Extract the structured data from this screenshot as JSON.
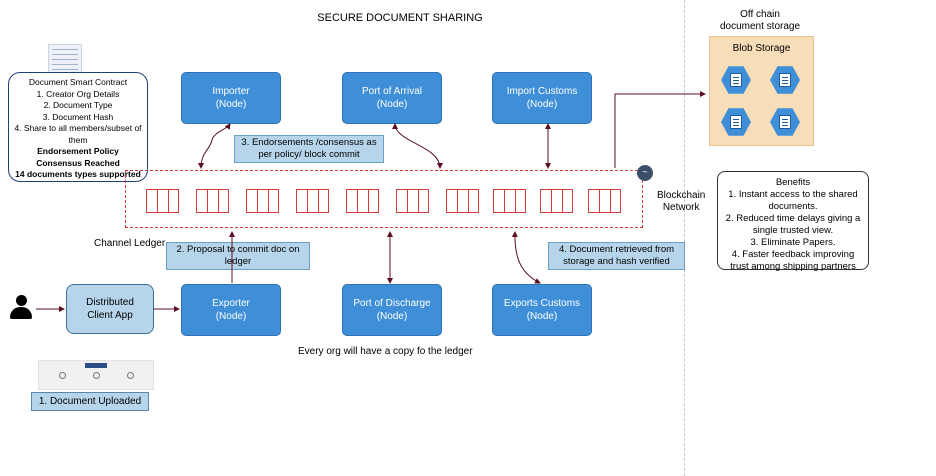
{
  "title": "SECURE DOCUMENT SHARING",
  "contract": {
    "title": "Document Smart Contract",
    "items": [
      "1. Creator Org Details",
      "2. Document Type",
      "3. Document Hash",
      "4. Share to all members/subset of",
      "them"
    ],
    "bold_lines": [
      "Endorsement Policy",
      "Consensus Reached",
      "14 documents types supported"
    ]
  },
  "nodes": {
    "importer": {
      "name": "Importer",
      "sub": "(Node)"
    },
    "port_arrival": {
      "name": "Port of Arrival",
      "sub": "(Node)"
    },
    "import_customs": {
      "name": "Import Customs",
      "sub": "(Node)"
    },
    "exporter": {
      "name": "Exporter",
      "sub": "(Node)"
    },
    "port_discharge": {
      "name": "Port of Discharge",
      "sub": "(Node)"
    },
    "export_customs": {
      "name": "Exports Customs",
      "sub": "(Node)"
    }
  },
  "notes": {
    "endorsements": [
      "3. Endorsements /consensus as",
      "per policy/ block commit"
    ],
    "proposal": [
      "2. Proposal to commit doc on",
      "ledger"
    ],
    "retrieved": [
      "4. Document retrieved from",
      "storage and hash verified"
    ]
  },
  "labels": {
    "channel_ledger": "Channel Ledger",
    "blockchain_network": [
      "Blockchain",
      "Network"
    ],
    "every_org": "Every org will have a copy fo the ledger",
    "offchain": [
      "Off chain",
      "document storage"
    ],
    "blob_storage": "Blob Storage"
  },
  "benefits": {
    "title": "Benefits",
    "lines": [
      "1. Instant access to the shared",
      "documents.",
      "2. Reduced time delays giving a",
      "single trusted view.",
      "3. Eliminate Papers.",
      "4. Faster feedback improving",
      "trust among shipping partners"
    ]
  },
  "client": [
    "Distributed",
    "Client App"
  ],
  "uploaded": "1. Document Uploaded",
  "colors": {
    "node": "#3f8fd8",
    "note": "#b7d5ea",
    "ledger": "#d93a3a",
    "blob": "#f7ddb8",
    "arrow": "#5a1020"
  },
  "icons": {
    "user": "person-icon",
    "blockchain": "blockchain-logo-icon",
    "blob_items": "document-hexagon-icon"
  }
}
